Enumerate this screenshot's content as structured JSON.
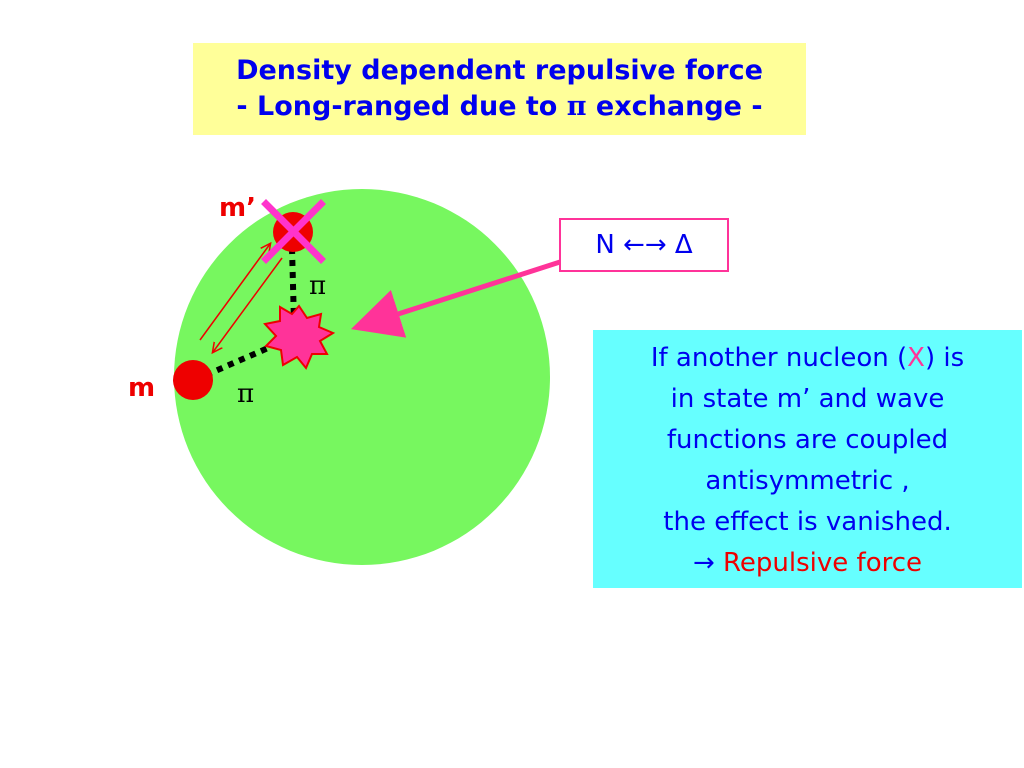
{
  "title": {
    "line1": "Density dependent repulsive force",
    "line2_before": "- Long-ranged due to ",
    "line2_symbol": "π",
    "line2_after": " exchange -"
  },
  "diagram": {
    "label_m": "m",
    "label_m_prime": "m’",
    "label_pi_top": "π",
    "label_pi_bottom": "π"
  },
  "transition": {
    "left": "N",
    "arrows": "←→",
    "right": "Δ"
  },
  "info": {
    "line1_before": "If another nucleon (",
    "line1_symbol": "X",
    "line1_after": ") is",
    "line2": "in state m’ and wave",
    "line3": "functions are coupled",
    "line4": "antisymmetric ,",
    "line5": "the effect is vanished.",
    "line6_arrow": "→",
    "line6_text": "Repulsive force"
  },
  "colors": {
    "nucleus": "#77f75f",
    "nucleon": "#ee0000",
    "cross": "#ff33cc",
    "burst": "#ff3399",
    "title_bg": "#ffff99",
    "info_bg": "#66ffff",
    "text_blue": "#0000ee"
  }
}
